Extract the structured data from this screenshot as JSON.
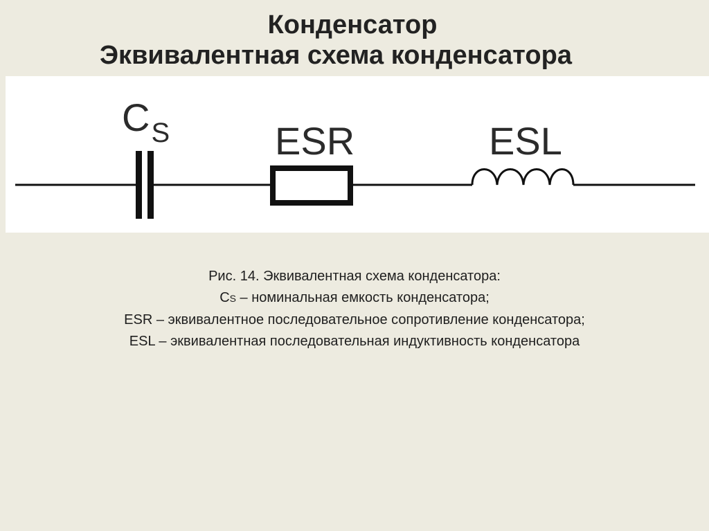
{
  "title": "Конденсатор",
  "subtitle": "Эквивалентная схема конденсатора",
  "diagram": {
    "components": [
      {
        "id": "capacitor",
        "label_main": "C",
        "label_sub": "S"
      },
      {
        "id": "resistor",
        "label": "ESR"
      },
      {
        "id": "inductor",
        "label": "ESL"
      }
    ]
  },
  "caption": {
    "line1": "Рис. 14. Эквивалентная схема конденсатора:",
    "line2_main": "C",
    "line2_sub": "S",
    "line2_rest": " – номинальная емкость конденсатора;",
    "line3": "ESR – эквивалентное последовательное сопротивление конденсатора;",
    "line4": "ESL – эквивалентная последовательная индуктивность конденсатора"
  },
  "colors": {
    "background": "#edebe0",
    "diagram_bg": "#ffffff",
    "stroke": "#111111"
  }
}
